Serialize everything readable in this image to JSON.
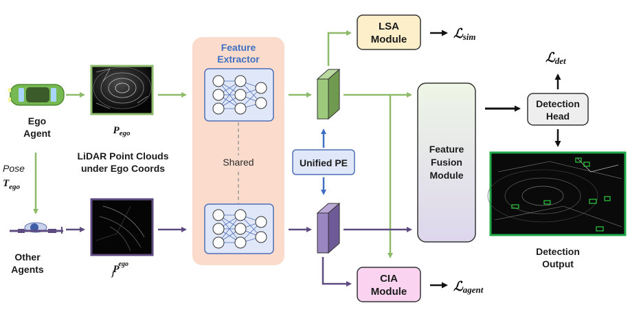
{
  "ego": {
    "line1": "Ego",
    "line2": "Agent",
    "pc_symbol": "P",
    "pc_sub": "ego"
  },
  "pose": {
    "word": "Pose",
    "symbol": "T",
    "sub": "ego"
  },
  "lidar_caption": {
    "line1": "LiDAR Point Clouds",
    "line2": "under Ego Coords"
  },
  "other": {
    "line1": "Other",
    "line2": "Agents",
    "pc_symbol": "P",
    "pc_sub": "j",
    "pc_sup": "ego"
  },
  "extractor": {
    "title1": "Feature",
    "title2": "Extractor",
    "shared": "Shared"
  },
  "unified_pe": "Unified PE",
  "lsa": {
    "line1": "LSA",
    "line2": "Module",
    "loss_symbol": "ℒ",
    "loss_sub": "sim"
  },
  "cia": {
    "line1": "CIA",
    "line2": "Module",
    "loss_symbol": "ℒ",
    "loss_sub": "agent"
  },
  "fusion": {
    "line1": "Feature",
    "line2": "Fusion",
    "line3": "Module"
  },
  "head": {
    "line1": "Detection",
    "line2": "Head",
    "loss_symbol": "ℒ",
    "loss_sub": "det"
  },
  "output": {
    "line1": "Detection",
    "line2": "Output"
  },
  "colors": {
    "green": "#8dbb6a",
    "purple": "#5d4a80",
    "blue": "#3e6fc4",
    "extractor_bg": "#fbdccc",
    "lsa_bg": "#fdefc9",
    "cia_bg": "#f9d3ef"
  }
}
